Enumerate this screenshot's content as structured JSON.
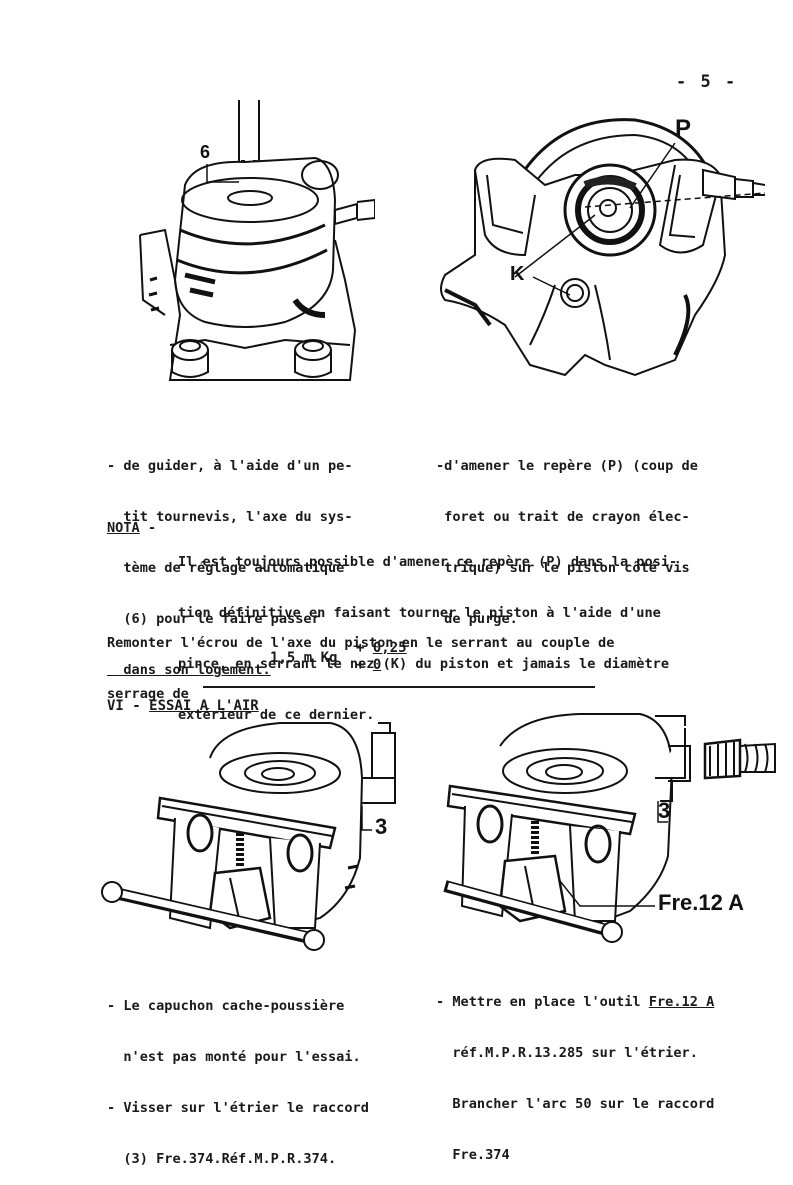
{
  "page_number": "- 5 -",
  "figures": {
    "fig1_label": "6",
    "fig2_label_p": "P",
    "fig2_label_k": "K",
    "fig3_label": "3",
    "fig4_label_3": "3",
    "fig4_label_tool": "Fre.12 A"
  },
  "para_left": [
    "- de guider, à l'aide d'un pe-",
    "  tit tournevis, l'axe du sys-",
    "  tème de réglage automatique",
    "  (6) pour le faire passer",
    "  dans son logement."
  ],
  "para_right": [
    "-d'amener le repère (P) (coup de",
    " foret ou trait de crayon élec-",
    " trique) sur le piston côté vis",
    " de purge."
  ],
  "nota": {
    "label": "NOTA",
    "dash": " -",
    "lines": [
      "Il est toujours possible d'amener ce repère (P) dans la posi-",
      "tion définitive en faisant tourner le piston à l'aide d'une",
      "pince, en serrant le nez (K) du piston et jamais le diamètre",
      "extérieur de ce dernier."
    ]
  },
  "remonter": [
    "Remonter l'écrou de l'axe du piston en le serrant au couple de",
    "serrage de"
  ],
  "torque": {
    "value": "1,5 m Kg",
    "plus_label": "+ ",
    "plus_value": "0,25",
    "minus_label": "+ ",
    "minus_value": "0"
  },
  "section": {
    "prefix": "VI - ",
    "title": "ESSAI A L'AIR"
  },
  "bottom_left": [
    "- Le capuchon cache-poussière",
    "  n'est pas monté pour l'essai.",
    "- Visser sur l'étrier le raccord",
    "  (3) Fre.374.Réf.M.P.R.374."
  ],
  "bottom_right": {
    "l1_prefix": "- Mettre en place l'outil ",
    "l1_tool": "Fre.12 A",
    "lines": [
      "  réf.M.P.R.13.285 sur l'étrier.",
      "  Brancher l'arc 50 sur le raccord",
      "  Fre.374"
    ]
  }
}
